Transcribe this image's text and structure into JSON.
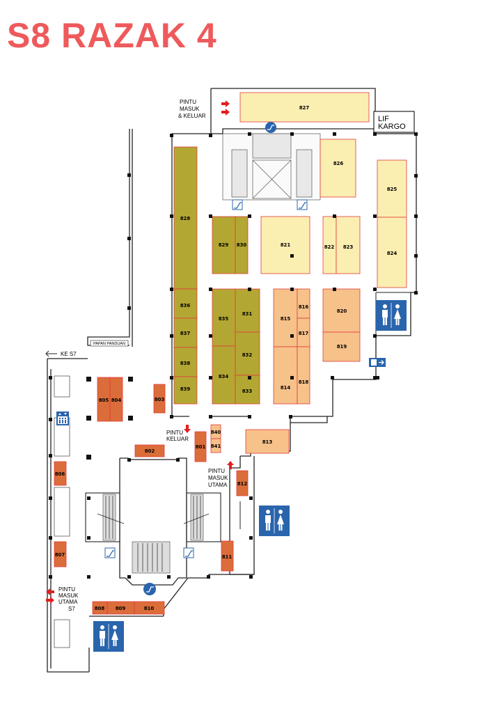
{
  "title": "S8 RAZAK 4",
  "colors": {
    "title": "#ee5a5c",
    "olive": "#b3a733",
    "light_yellow": "#fbeeb1",
    "light_orange": "#f7c18a",
    "dark_orange": "#db6d3a",
    "unit_border": "#e23a3a",
    "sign_blue": "#2a64ad",
    "arrow_red": "#e02020"
  },
  "labels": {
    "pintu_masuk_keluar": [
      "PINTU",
      "MASUK",
      "& KELUAR"
    ],
    "lif_kargo": [
      "LIF",
      "KARGO"
    ],
    "papan_panduan": "PAPAN PANDUAN",
    "ke_s7": "KE S7",
    "pintu_keluar": [
      "PINTU",
      "KELUAR"
    ],
    "pintu_masuk_utama": [
      "PINTU",
      "MASUK",
      "UTAMA"
    ],
    "pintu_masuk_utama_s7": [
      "PINTU",
      "MASUK",
      "UTAMA",
      "S7"
    ]
  },
  "units": {
    "u827": "827",
    "u826": "826",
    "u825": "825",
    "u824": "824",
    "u821": "821",
    "u822": "822",
    "u823": "823",
    "u828": "828",
    "u829": "829",
    "u830": "830",
    "u836": "836",
    "u837": "837",
    "u838": "838",
    "u839": "839",
    "u835": "835",
    "u834": "834",
    "u831": "831",
    "u832": "832",
    "u833": "833",
    "u815": "815",
    "u816": "816",
    "u817": "817",
    "u814": "814",
    "u818": "818",
    "u820": "820",
    "u819": "819",
    "u840": "840",
    "u841": "841",
    "u813": "813",
    "u805": "805",
    "u804": "804",
    "u803": "803",
    "u801": "801",
    "u802": "802",
    "u806": "806",
    "u807": "807",
    "u812": "812",
    "u811": "811",
    "u808": "808",
    "u809": "809",
    "u810": "810"
  },
  "icons": [
    "restroom-icon",
    "escalator-icon",
    "wheelchair-icon",
    "exit-icon",
    "lift-icon",
    "arrow-icon"
  ]
}
